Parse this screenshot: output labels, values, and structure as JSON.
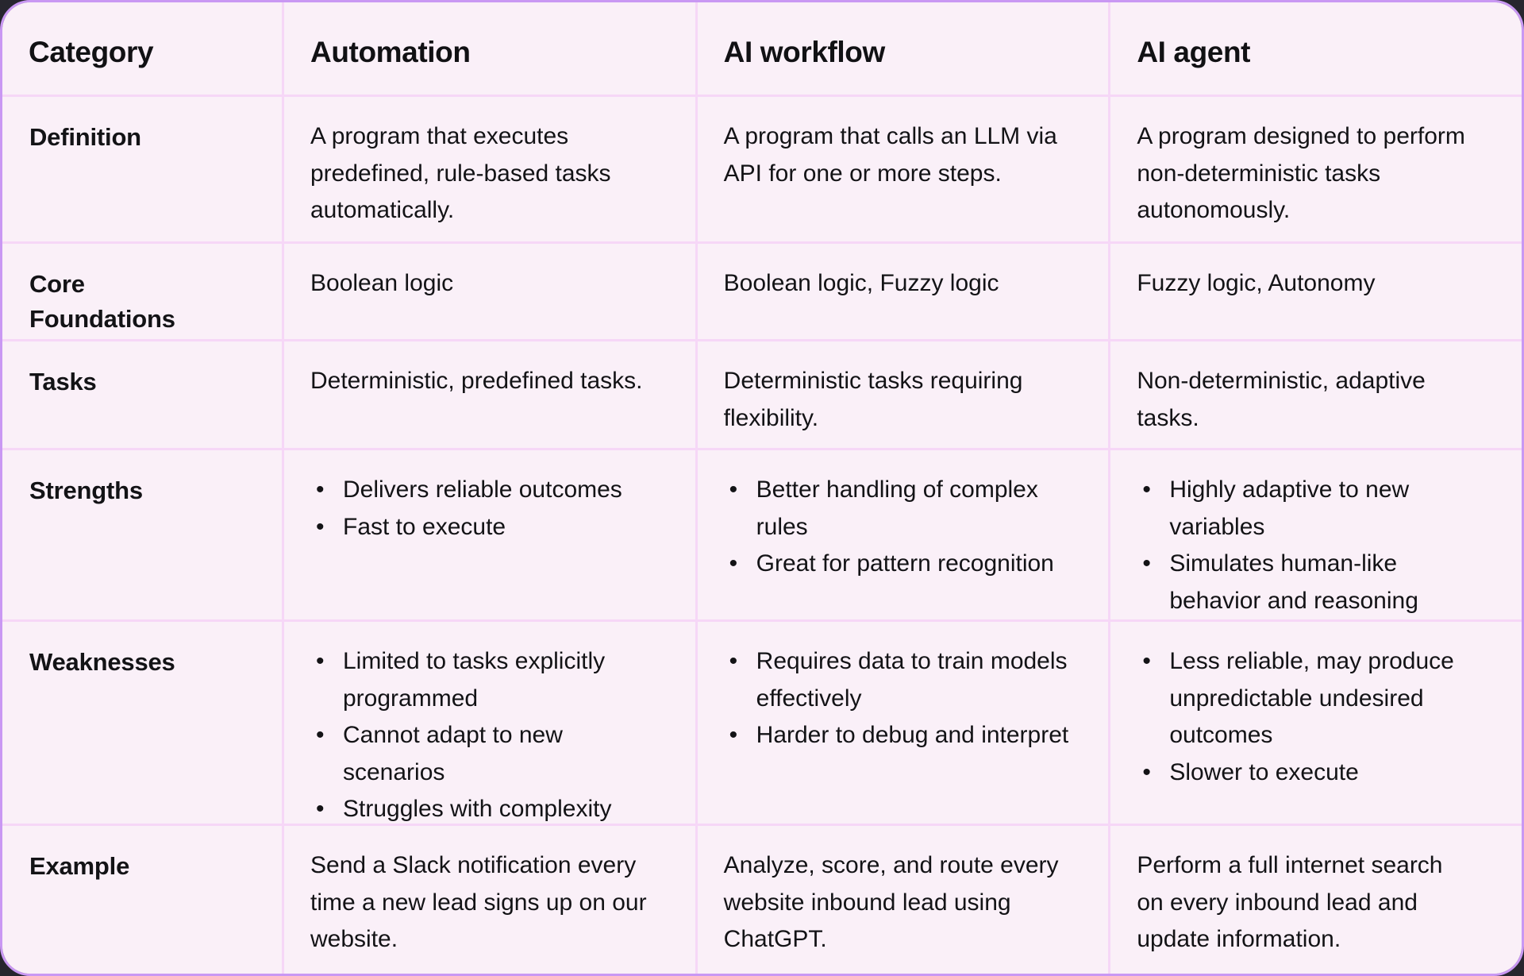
{
  "colors": {
    "page_background": "#27262e",
    "card_background": "#faf0f8",
    "grid_line": "#f6d7f7",
    "outer_border": "#c998f3",
    "text": "#131316"
  },
  "table": {
    "columns": [
      "Category",
      "Automation",
      "AI workflow",
      "AI agent"
    ],
    "rows": [
      {
        "label": "Definition",
        "cells": [
          {
            "text": "A program that executes predefined, rule-based tasks automatically."
          },
          {
            "text": "A program that calls an LLM via API for one or more steps."
          },
          {
            "text": "A program designed to perform non-deterministic tasks autonomously."
          }
        ]
      },
      {
        "label": "Core Foundations",
        "cells": [
          {
            "text": "Boolean logic"
          },
          {
            "text": "Boolean logic, Fuzzy logic"
          },
          {
            "text": "Fuzzy logic, Autonomy"
          }
        ]
      },
      {
        "label": "Tasks",
        "cells": [
          {
            "text": "Deterministic, predefined tasks."
          },
          {
            "text": "Deterministic tasks requiring flexibility."
          },
          {
            "text": "Non-deterministic, adaptive tasks."
          }
        ]
      },
      {
        "label": "Strengths",
        "cells": [
          {
            "bullets": [
              "Delivers reliable outcomes",
              "Fast to execute"
            ]
          },
          {
            "bullets": [
              "Better handling of complex rules",
              "Great for pattern recognition"
            ]
          },
          {
            "bullets": [
              "Highly adaptive to new variables",
              "Simulates human-like behavior and reasoning"
            ]
          }
        ]
      },
      {
        "label": "Weaknesses",
        "cells": [
          {
            "bullets": [
              "Limited to tasks explicitly programmed",
              "Cannot adapt to new scenarios",
              "Struggles with complexity"
            ]
          },
          {
            "bullets": [
              "Requires data to train models effectively",
              "Harder to debug and interpret"
            ]
          },
          {
            "bullets": [
              "Less reliable, may produce unpredictable undesired outcomes",
              "Slower to execute"
            ]
          }
        ]
      },
      {
        "label": "Example",
        "cells": [
          {
            "text": "Send a Slack notification every time a new lead signs up on our website."
          },
          {
            "text": "Analyze, score, and route every website inbound lead using ChatGPT."
          },
          {
            "text": "Perform a full internet search on every inbound lead and update information."
          }
        ]
      }
    ]
  }
}
